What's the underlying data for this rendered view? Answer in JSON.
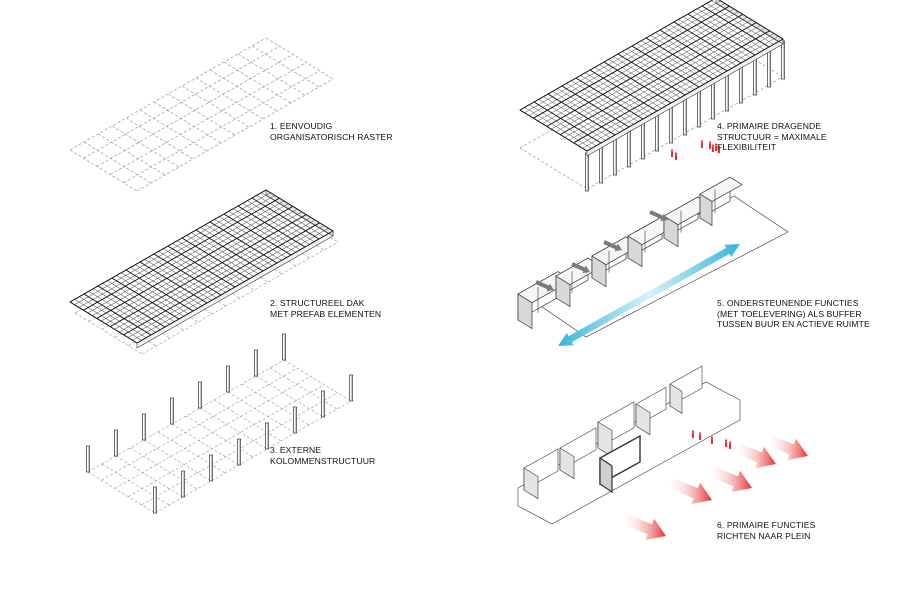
{
  "colors": {
    "line": "#333333",
    "dashed": "#9a9a9a",
    "accent_red": "#e53030",
    "accent_blue": "#35b6d6",
    "gray_arrow": "#7a7a7a"
  },
  "steps": [
    {
      "number": "1.",
      "lines": [
        "1. EENVOUDIG",
        "ORGANISATORISCH RASTER"
      ]
    },
    {
      "number": "2.",
      "lines": [
        "2. STRUCTUREEL DAK",
        "MET PREFAB ELEMENTEN"
      ]
    },
    {
      "number": "3.",
      "lines": [
        "3. EXTERNE",
        "KOLOMMENSTRUCTUUR"
      ]
    },
    {
      "number": "4.",
      "lines": [
        "4. PRIMAIRE DRAGENDE",
        "STRUCTUUR = MAXIMALE",
        "FLEXIBILITEIT"
      ]
    },
    {
      "number": "5.",
      "lines": [
        "5. ONDERSTEUNENDE FUNCTIES",
        "(MET TOELEVERING) ALS BUFFER",
        "TUSSEN BUUR EN ACTIEVE RUIMTE"
      ]
    },
    {
      "number": "6.",
      "lines": [
        "6. PRIMAIRE FUNCTIES",
        "RICHTEN NAAR PLEIN"
      ]
    }
  ]
}
